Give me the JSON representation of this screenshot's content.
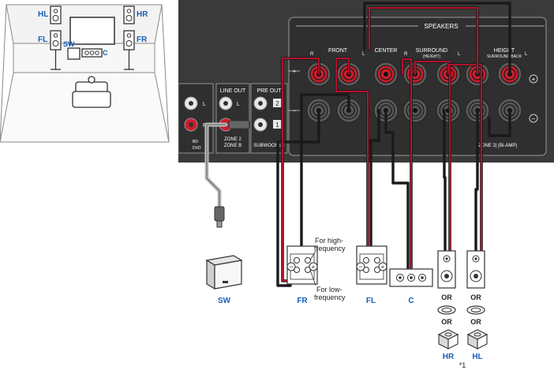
{
  "room": {
    "labels": {
      "hl": "HL",
      "hr": "HR",
      "fl": "FL",
      "fr": "FR",
      "sw": "SW",
      "c": "C"
    }
  },
  "panel": {
    "speakers_title": "SPEAKERS",
    "front": "FRONT",
    "center": "CENTER",
    "surround": "SURROUND",
    "surround_sub": "(HEIGHT)",
    "height": "HEIGHT",
    "height_sub": "SURROUND BACK",
    "r": "R",
    "l": "L",
    "plus": "+",
    "minus": "−",
    "zone2": "|ZONE 2|  (Bi-AMP)",
    "line_out": "LINE OUT",
    "pre_out": "PRE OUT",
    "zone2_label": "ZONE 2",
    "zone_b": "ZONE B",
    "subwoofer": "SUBWOOFER",
    "n2": "2",
    "n1": "1",
    "jack_l": "L",
    "jack_r": "R",
    "edge_bd": "BD",
    "edge_dvd": "DVD"
  },
  "callouts": {
    "high": "For high-frequency",
    "high_1": "For high-",
    "high_2": "frequency",
    "low": "For low-frequency",
    "low_1": "For low-",
    "low_2": "frequency"
  },
  "speakers": {
    "sw": "SW",
    "fr": "FR",
    "fl": "FL",
    "c": "C",
    "hr": "HR",
    "hl": "HL",
    "or": "OR",
    "note": "*1"
  },
  "colors": {
    "panel": "#3a3a3a",
    "red_terminal": "#d01c2a",
    "wire_red": "#c8102e",
    "wire_black": "#1a1a1a",
    "label_blue": "#1a5fb4"
  }
}
